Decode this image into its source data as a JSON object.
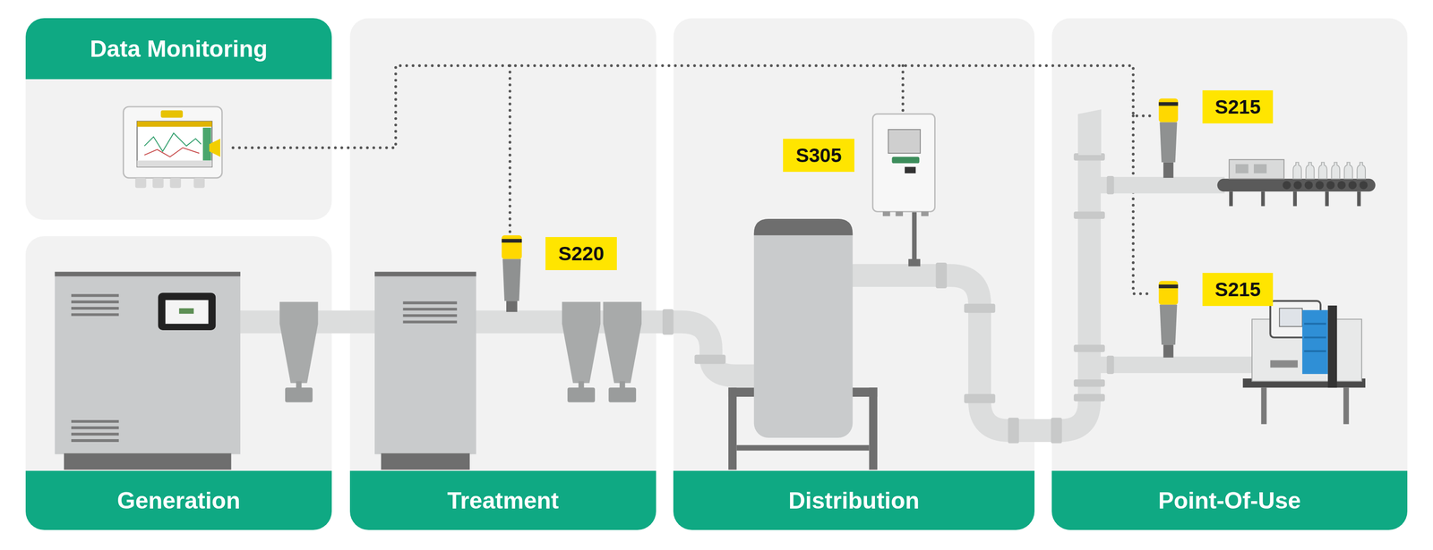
{
  "diagram": {
    "nodes": [
      {
        "text": [
          "Data Monitoring"
        ]
      },
      {
        "text": [
          "Generation"
        ]
      },
      {
        "text": [
          "Treatment"
        ]
      },
      {
        "text": [
          "S220"
        ],
        "in": 2
      },
      {
        "text": [
          "Distribution"
        ]
      },
      {
        "text": [
          "S305"
        ],
        "in": 4
      },
      {
        "text": [
          "Point-Of-Use"
        ]
      },
      {
        "text": [
          "S215"
        ],
        "in": 6
      },
      {
        "text": [
          "S215"
        ],
        "in": 6
      }
    ]
  }
}
